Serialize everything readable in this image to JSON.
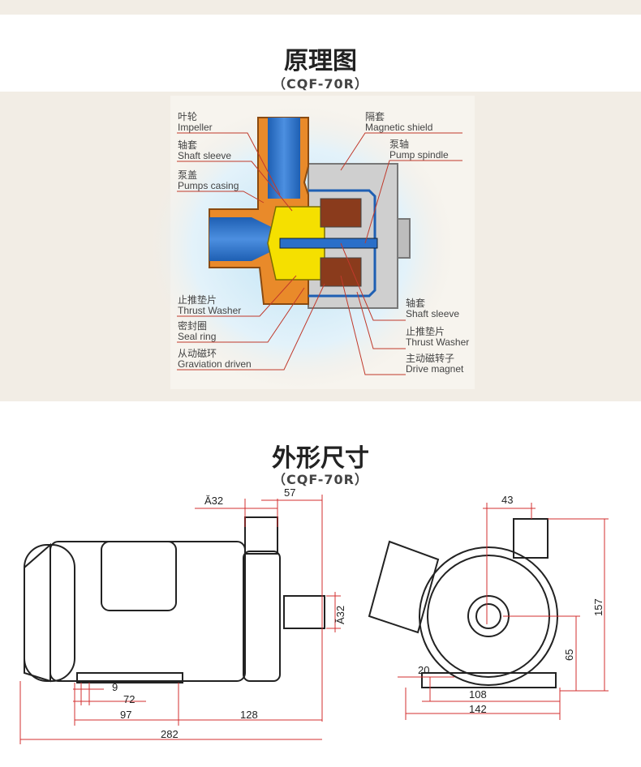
{
  "section1": {
    "title": "原理图",
    "model": "（CQF-70R）",
    "labels_left": [
      {
        "cn": "叶轮",
        "en": "Impeller"
      },
      {
        "cn": "轴套",
        "en": "Shaft sleeve"
      },
      {
        "cn": "泵盖",
        "en": "Pumps casing"
      },
      {
        "cn": "止推垫片",
        "en": "Thrust Washer"
      },
      {
        "cn": "密封圈",
        "en": "Seal ring"
      },
      {
        "cn": "从动磁环",
        "en": "Graviation driven"
      }
    ],
    "labels_right": [
      {
        "cn": "隔套",
        "en": "Magnetic shield"
      },
      {
        "cn": "泵轴",
        "en": "Pump spindle"
      },
      {
        "cn": "轴套",
        "en": "Shaft sleeve"
      },
      {
        "cn": "止推垫片",
        "en": "Thrust Washer"
      },
      {
        "cn": "主动磁转子",
        "en": "Drive magnet"
      }
    ],
    "line_color": "#c0392b"
  },
  "section2": {
    "title": "外形尺寸",
    "model": "（CQF-70R）",
    "side_view_dims": {
      "inlet_dia": "Ă32",
      "outlet_offset": "57",
      "outlet_dia": "Ă32",
      "d9": "9",
      "d72": "72",
      "d97": "97",
      "d128": "128",
      "d282": "282"
    },
    "front_view_dims": {
      "d43": "43",
      "d157": "157",
      "d65": "65",
      "d20": "20",
      "d108": "108",
      "d142": "142"
    },
    "dim_color": "#d32f2f"
  }
}
